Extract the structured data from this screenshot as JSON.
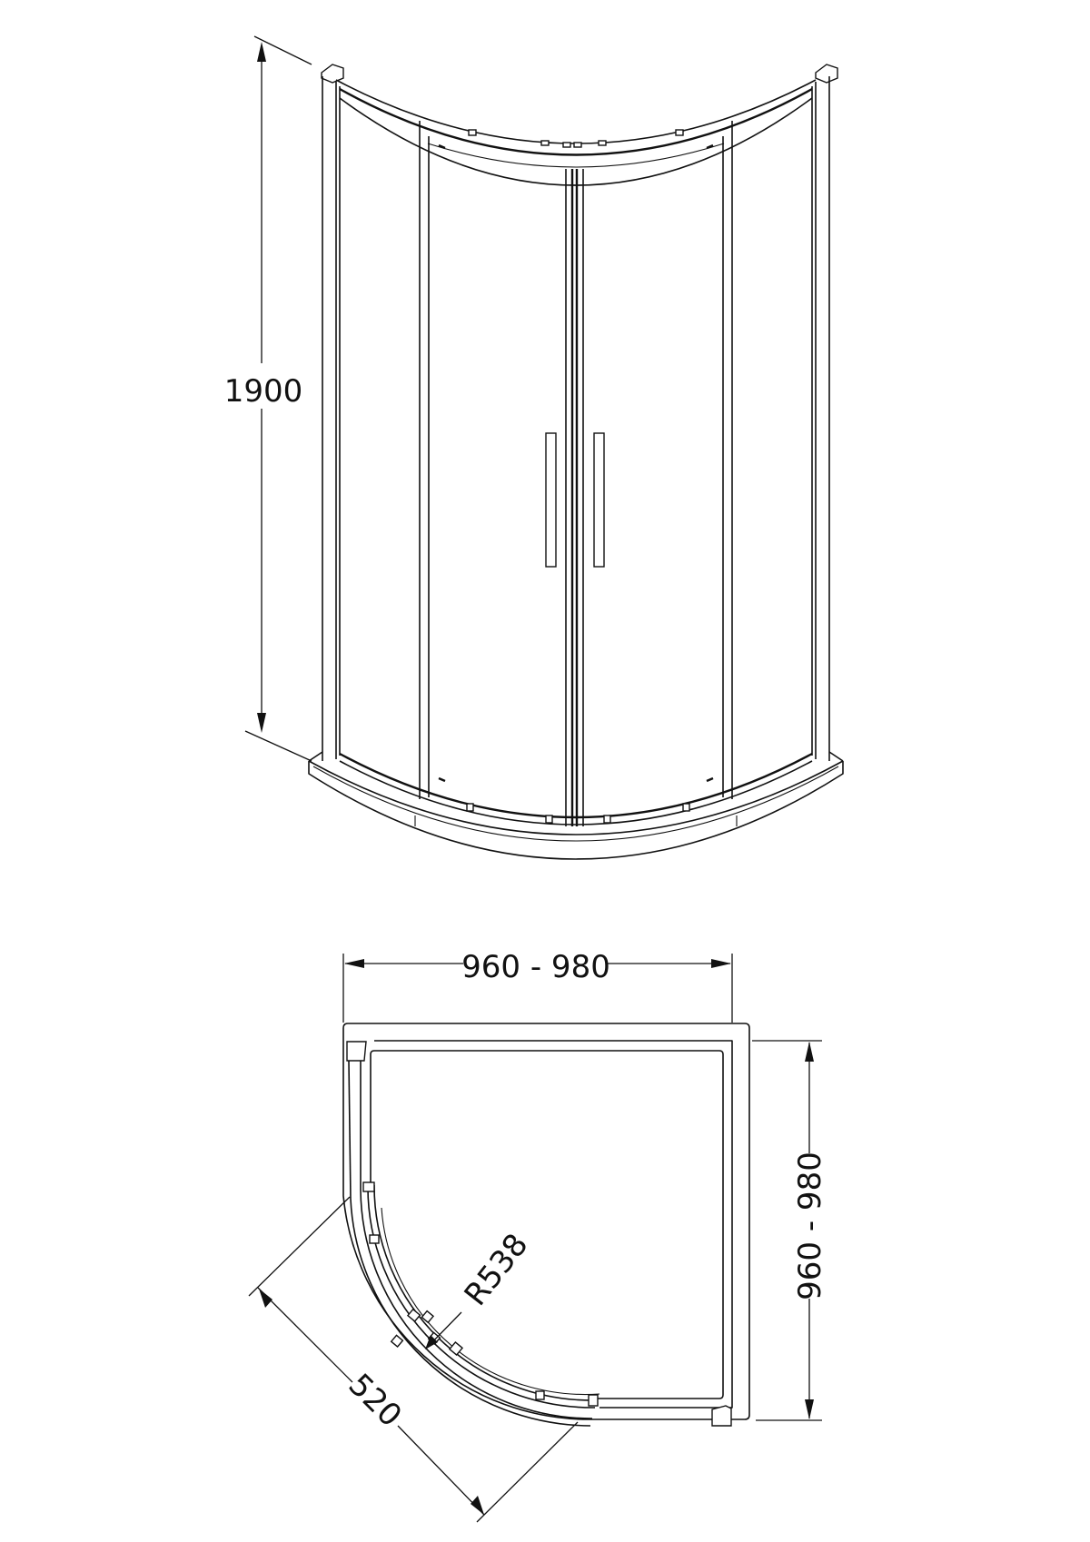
{
  "drawing": {
    "subject": "Quadrant shower enclosure with twin sliding doors",
    "colors": {
      "line": "#111111",
      "background": "#ffffff"
    },
    "elevation_view": {
      "height_label": "1900"
    },
    "plan_view": {
      "width_label": "960 - 980",
      "depth_label": "960 - 980",
      "radius_label": "R538",
      "entry_label": "520"
    }
  }
}
